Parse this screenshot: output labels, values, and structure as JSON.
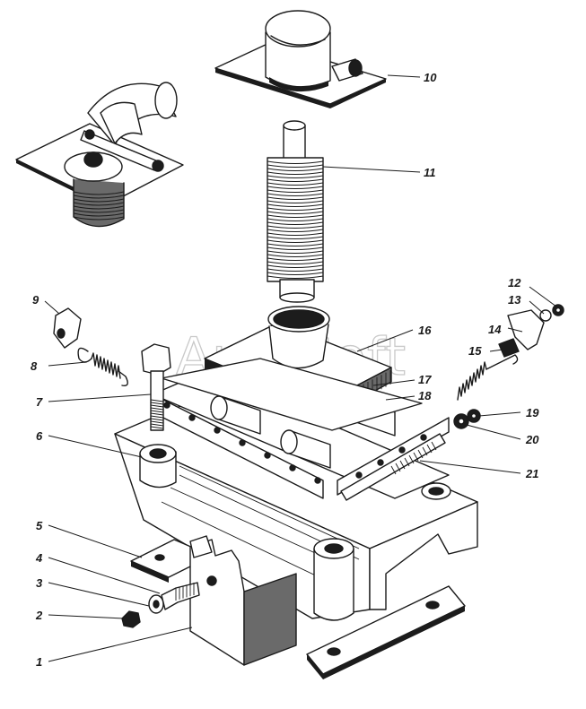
{
  "watermark": "AutoSoft",
  "callouts": [
    {
      "id": "1",
      "label": "1"
    },
    {
      "id": "2",
      "label": "2"
    },
    {
      "id": "3",
      "label": "3"
    },
    {
      "id": "4",
      "label": "4"
    },
    {
      "id": "5",
      "label": "5"
    },
    {
      "id": "6",
      "label": "6"
    },
    {
      "id": "7",
      "label": "7"
    },
    {
      "id": "8",
      "label": "8"
    },
    {
      "id": "9",
      "label": "9"
    },
    {
      "id": "10",
      "label": "10"
    },
    {
      "id": "11",
      "label": "11"
    },
    {
      "id": "12",
      "label": "12"
    },
    {
      "id": "13",
      "label": "13"
    },
    {
      "id": "14",
      "label": "14"
    },
    {
      "id": "15",
      "label": "15"
    },
    {
      "id": "16",
      "label": "16"
    },
    {
      "id": "17",
      "label": "17"
    },
    {
      "id": "18",
      "label": "18"
    },
    {
      "id": "19",
      "label": "19"
    },
    {
      "id": "20",
      "label": "20"
    },
    {
      "id": "21",
      "label": "21"
    }
  ]
}
